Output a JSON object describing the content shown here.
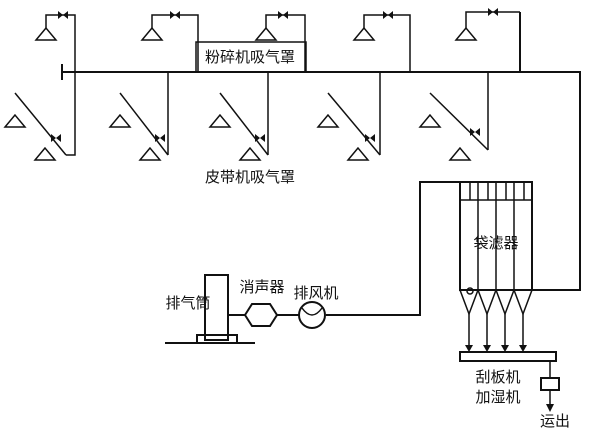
{
  "labels": {
    "crusher_hood": "粉碎机吸气罩",
    "belt_hood": "皮带机吸气罩",
    "bag_filter": "袋滤器",
    "silencer": "消声器",
    "exhaust_fan": "排风机",
    "stack": "排气筒",
    "scraper": "刮板机",
    "humidifier": "加湿机",
    "out": "运出"
  },
  "icons": {
    "hood": "hood-icon",
    "valve": "valve-icon",
    "fan": "fan-icon",
    "silencer": "silencer-icon",
    "arrow": "arrow-icon"
  }
}
